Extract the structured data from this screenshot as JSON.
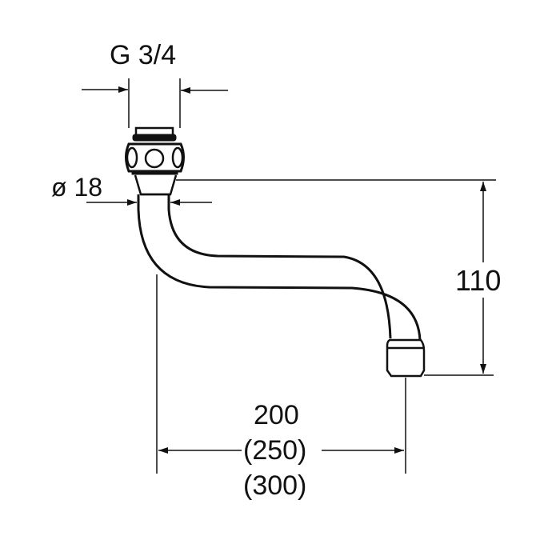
{
  "drawing": {
    "subject": "faucet spout dimension drawing",
    "colors": {
      "line": "#111111",
      "background": "#ffffff"
    },
    "dimensions": {
      "thread": {
        "label": "G 3/4"
      },
      "pipe_diameter": {
        "label": "ø 18"
      },
      "height": {
        "label": "110"
      },
      "projection": {
        "labels": [
          "200",
          "(250)",
          "(300)"
        ]
      }
    }
  }
}
